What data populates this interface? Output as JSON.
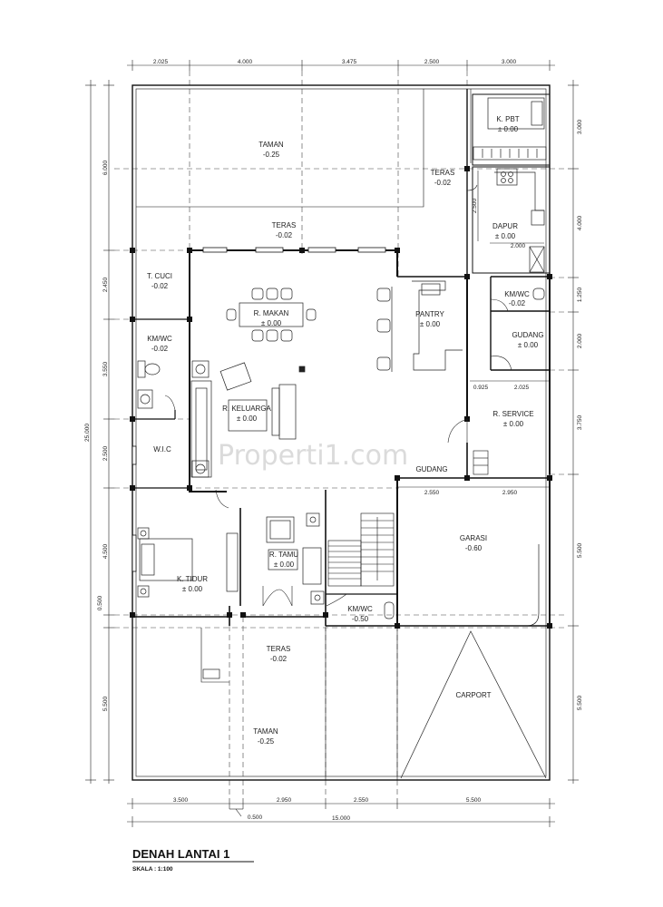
{
  "rooms": {
    "taman_top": {
      "name": "TAMAN",
      "level": "-0.25"
    },
    "teras_top": {
      "name": "TERAS",
      "level": "-0.02"
    },
    "teras_right": {
      "name": "TERAS",
      "level": "-0.02"
    },
    "k_pbt": {
      "name": "K. PBT",
      "level": "± 0.00"
    },
    "dapur": {
      "name": "DAPUR",
      "level": "± 0.00"
    },
    "t_cuci": {
      "name": "T. CUCI",
      "level": "-0.02"
    },
    "r_makan": {
      "name": "R. MAKAN",
      "level": "± 0.00"
    },
    "pantry": {
      "name": "PANTRY",
      "level": "± 0.00"
    },
    "km_wc_right": {
      "name": "KM/WC",
      "level": "-0.02"
    },
    "gudang_right": {
      "name": "GUDANG",
      "level": "± 0.00"
    },
    "km_wc_left": {
      "name": "KM/WC",
      "level": "-0.02"
    },
    "r_keluarga": {
      "name": "R. KELUARGA",
      "level": "± 0.00"
    },
    "r_service": {
      "name": "R. SERVICE",
      "level": "± 0.00"
    },
    "wic": {
      "name": "W.I.C",
      "level": ""
    },
    "gudang_small": {
      "name": "GUDANG",
      "level": ""
    },
    "garasi": {
      "name": "GARASI",
      "level": "-0.60"
    },
    "r_tamu": {
      "name": "R. TAMU",
      "level": "± 0.00"
    },
    "k_tidur": {
      "name": "K. TIDUR",
      "level": "± 0.00"
    },
    "km_wc_front": {
      "name": "KM/WC",
      "level": "-0.50"
    },
    "teras_front": {
      "name": "TERAS",
      "level": "-0.02"
    },
    "taman_front": {
      "name": "TAMAN",
      "level": "-0.25"
    },
    "carport": {
      "name": "CARPORT",
      "level": ""
    }
  },
  "dimensions": {
    "top": [
      "2.025",
      "4.000",
      "3.475",
      "2.500",
      "3.000"
    ],
    "bottom": [
      "3.500",
      "2.950",
      "2.550",
      "5.500"
    ],
    "bottom_small": "0.500",
    "total_width": "15.000",
    "left": [
      "6.000",
      "2.450",
      "3.550",
      "2.500",
      "4.500",
      "0.500",
      "5.500"
    ],
    "total_length": "25.000",
    "right": [
      "3.000",
      "4.000",
      "1.250",
      "2.000",
      "3.750",
      "5.500",
      "5.500"
    ],
    "interior": {
      "pbt_dapur": "2.500",
      "dapur_width": "2.000",
      "service_left": "0.925",
      "service_right": "2.025",
      "garasi_left": "2.550",
      "garasi_right": "2.950"
    }
  },
  "title": "DENAH LANTAI 1",
  "scale": "SKALA : 1:100",
  "watermark": "Properti1.com"
}
